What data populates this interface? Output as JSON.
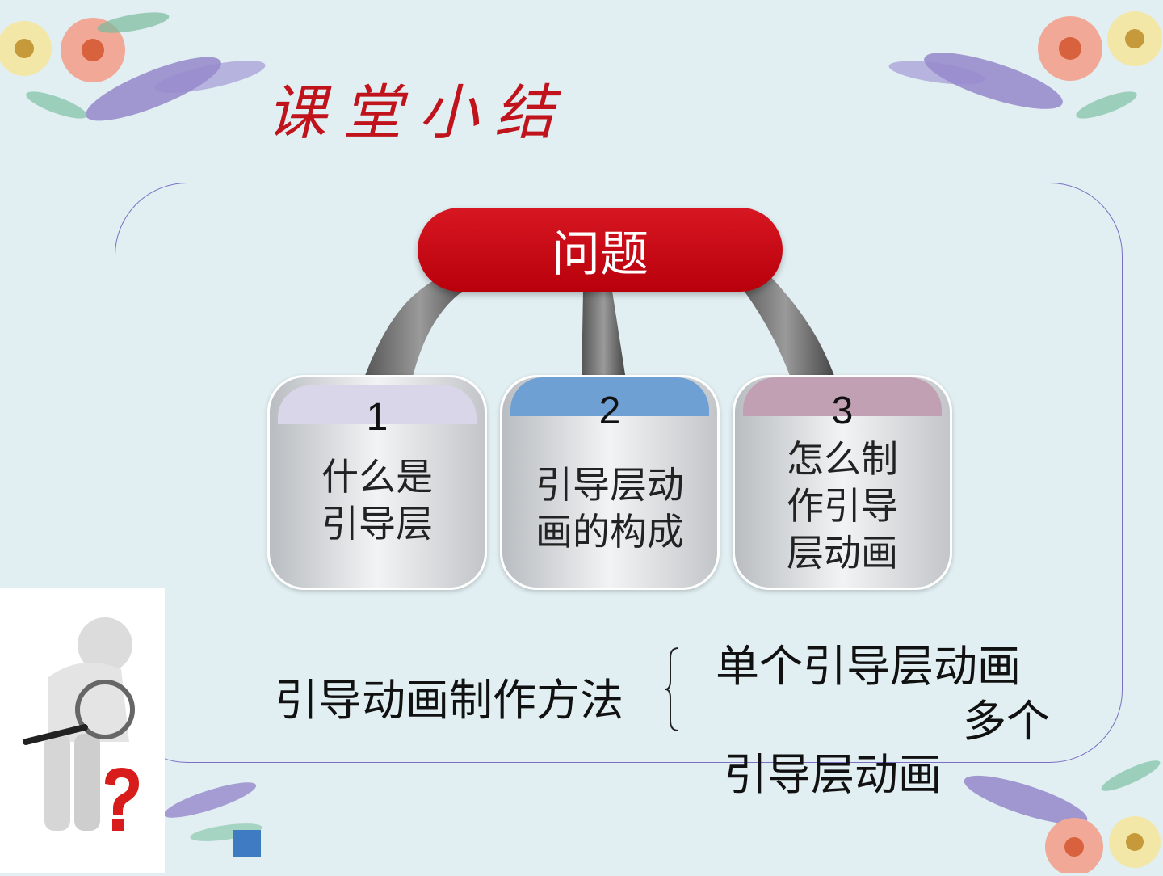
{
  "title": "课堂小结",
  "topic": "问题",
  "cards": [
    {
      "number": "1",
      "text": "什么是\n引导层",
      "color": "#d8d6e8"
    },
    {
      "number": "2",
      "text": "引导层动\n画的构成",
      "color": "#6fa0d4"
    },
    {
      "number": "3",
      "text": "怎么制\n作引导\n层动画",
      "color": "#c2a0b4"
    }
  ],
  "method_label": "引导动画制作方法",
  "options": {
    "single": "单个引导层动画",
    "multi_line1": "多个",
    "multi_line2": "引导层动画"
  },
  "colors": {
    "accent": "#c0131b",
    "frame": "#7b6fc4",
    "square": "#3f7bc3"
  },
  "icons": [
    "flower-decoration",
    "thinking-figure-magnifier",
    "question-mark"
  ]
}
